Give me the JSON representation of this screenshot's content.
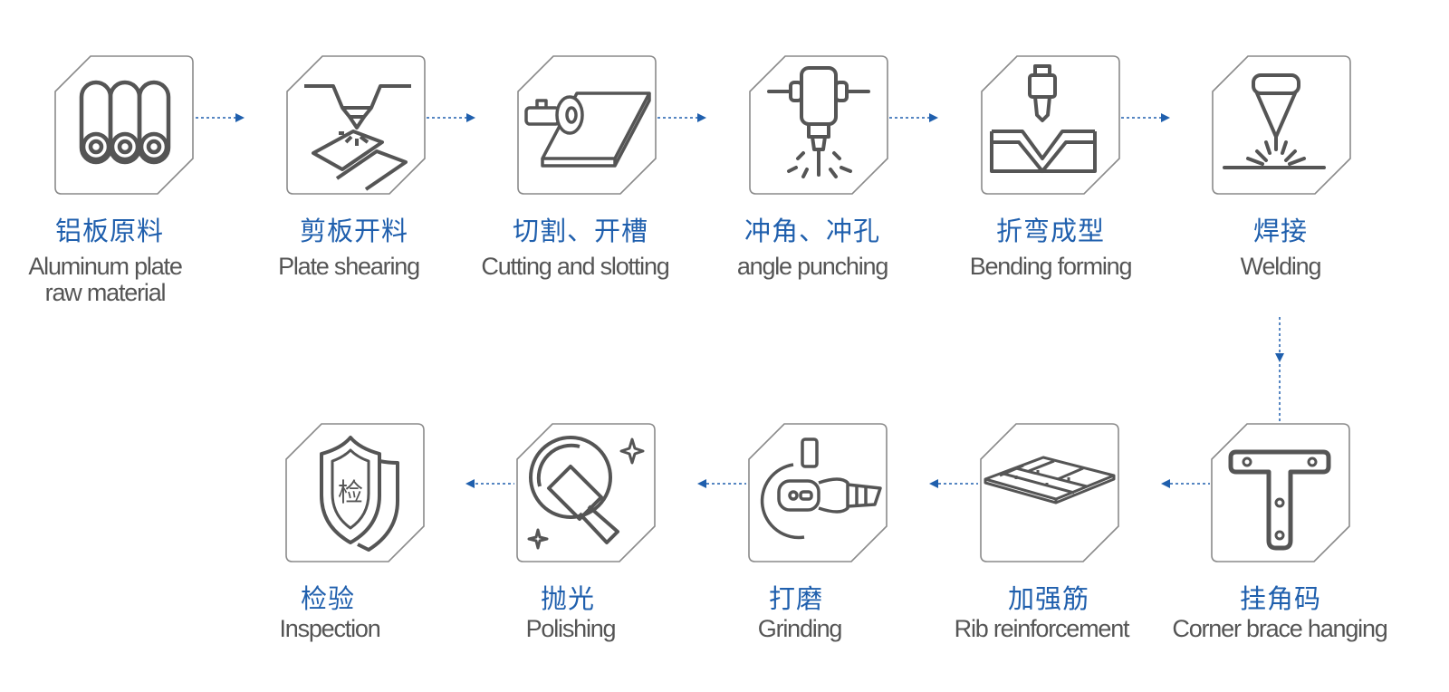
{
  "steps": [
    {
      "cn": "铝板原料",
      "en": "Aluminum plate\nraw material",
      "icon": "aluminum-rolls-icon"
    },
    {
      "cn": "剪板开料",
      "en": "Plate shearing",
      "icon": "shearing-blade-icon"
    },
    {
      "cn": "切割、开槽",
      "en": "Cutting and slotting",
      "icon": "cutting-disc-icon"
    },
    {
      "cn": "冲角、冲孔",
      "en": "angle punching",
      "icon": "punch-drill-icon"
    },
    {
      "cn": "折弯成型",
      "en": "Bending forming",
      "icon": "press-brake-icon"
    },
    {
      "cn": "焊接",
      "en": "Welding",
      "icon": "welding-torch-icon"
    },
    {
      "cn": "挂角码",
      "en": "Corner brace hanging",
      "icon": "t-bracket-icon"
    },
    {
      "cn": "加强筋",
      "en": "Rib reinforcement",
      "icon": "rib-frame-icon"
    },
    {
      "cn": "打磨",
      "en": "Grinding",
      "icon": "angle-grinder-icon"
    },
    {
      "cn": "抛光",
      "en": "Polishing",
      "icon": "polisher-icon"
    },
    {
      "cn": "检验",
      "en": "Inspection",
      "icon": "inspection-shield-icon"
    }
  ],
  "inspection_badge": "检",
  "colors": {
    "accent": "#1f5fad",
    "icon": "#555555",
    "frame": "#8a8a8a",
    "text": "#555555"
  }
}
